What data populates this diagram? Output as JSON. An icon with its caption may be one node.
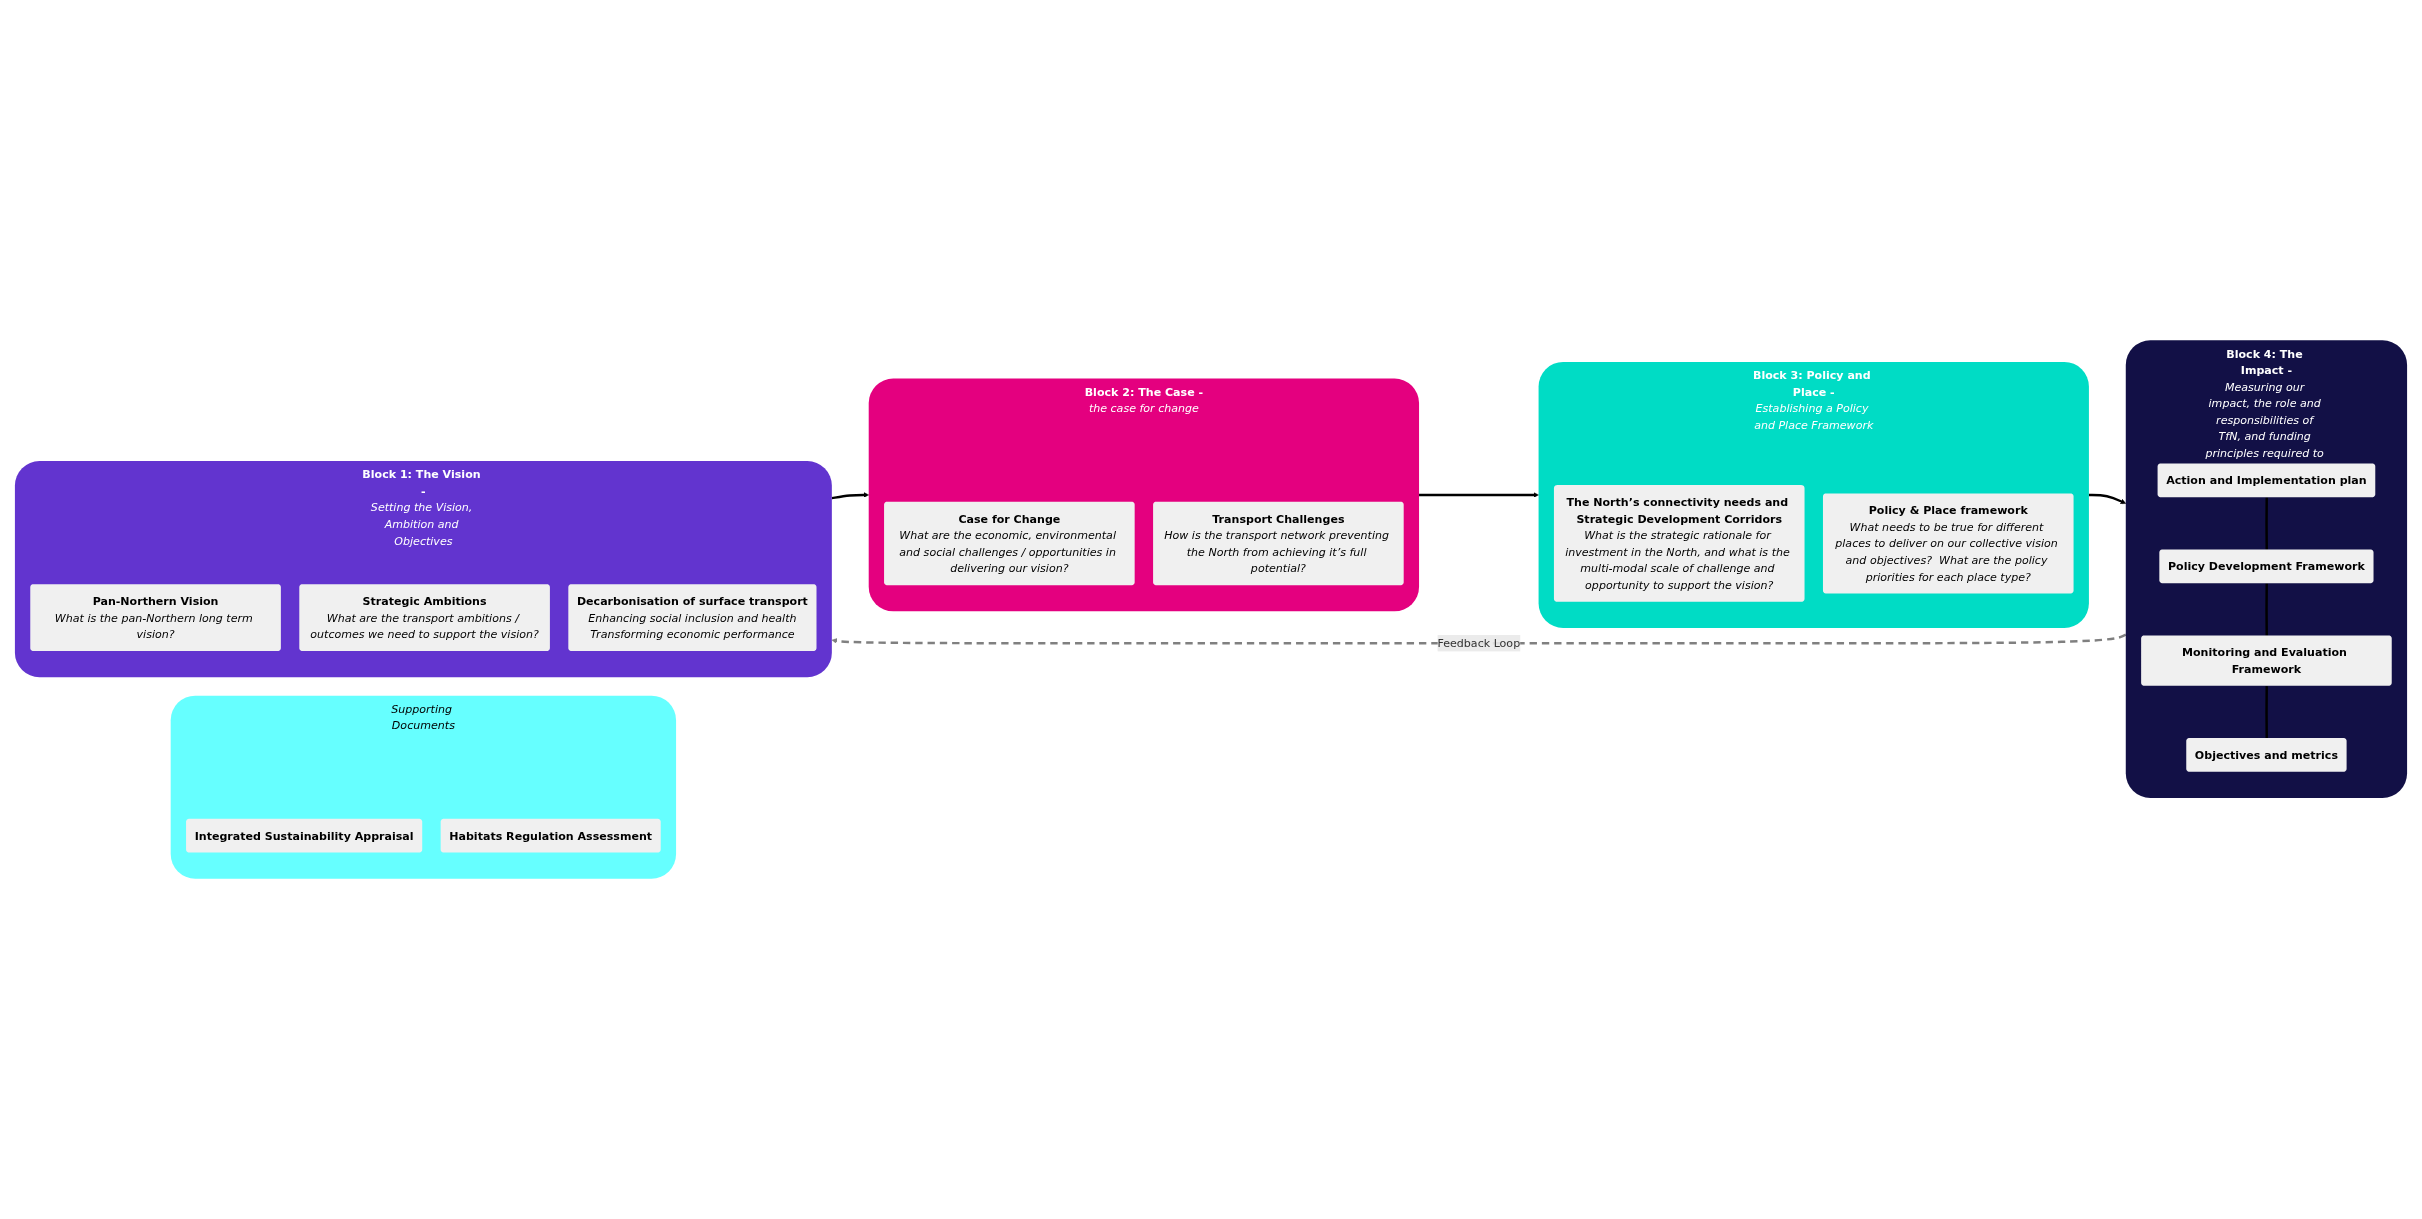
{
  "diagram": {
    "nodes": [
      {
        "text": [
          "Block 1: The Vision -",
          "Setting the Vision, Ambition and Objectives"
        ]
      },
      {
        "text": [
          "Pan-Northern Vision",
          "What is the pan-Northern long term vision?"
        ],
        "in": 0
      },
      {
        "text": [
          "Strategic Ambitions",
          "What are the transport ambitions / outcomes we need to support the vision?"
        ],
        "in": 0
      },
      {
        "text": [
          "Decarbonisation of surface transport",
          "Enhancing social inclusion and health",
          "Transforming economic performance"
        ],
        "in": 0
      },
      {
        "text": [
          "Block 2: The Case -",
          "the case for change"
        ]
      },
      {
        "text": [
          "Case for Change",
          "What are the economic, environmental and social challenges / opportunities in delivering our vision?"
        ],
        "in": 4
      },
      {
        "text": [
          "Transport Challenges",
          "How is the transport network preventing the North from achieving it’s full potential?"
        ],
        "in": 4
      },
      {
        "text": [
          "Block 3: Policy and Place -",
          "Establishing a Policy and Place Framework"
        ]
      },
      {
        "text": [
          "The North’s connectivity needs and Strategic Development Corridors",
          "What is the strategic rationale for investment in the North, and what is the multi-modal scale of challenge and opportunity to support the vision?"
        ],
        "in": 7
      },
      {
        "text": [
          "Policy & Place framework",
          "What needs to be true for different places to deliver on our collective vision and objectives?  What are the policy priorities for each place type?"
        ],
        "in": 7
      },
      {
        "text": [
          "Block 4: The Impact -",
          "Measuring our impact, the role and responsibilities of TfN, and funding principles required to deliver our vision"
        ]
      },
      {
        "text": [
          "Action and Implementation plan"
        ],
        "in": 10
      },
      {
        "text": [
          "Policy Development Framework"
        ],
        "in": 10
      },
      {
        "text": [
          "Monitoring and Evaluation Framework"
        ],
        "in": 10
      },
      {
        "text": [
          "Objectives and metrics"
        ],
        "in": 10
      },
      {
        "text": [
          "Supporting Documents"
        ]
      },
      {
        "text": [
          "Integrated Sustainability Appraisal"
        ],
        "in": 15
      },
      {
        "text": [
          "Habitats Regulation Assessment"
        ],
        "in": 15
      }
    ],
    "edges": [
      {
        "from": 0,
        "to": 4,
        "arrow": "to"
      },
      {
        "from": 4,
        "to": 7,
        "arrow": "to"
      },
      {
        "from": 7,
        "to": 10,
        "arrow": "to"
      },
      {
        "from": 10,
        "to": 0,
        "arrow": "to",
        "label": "Feedback Loop",
        "style": "dashed",
        "color": "#808080"
      },
      {
        "from": 11,
        "to": 12,
        "arrow": "none"
      },
      {
        "from": 12,
        "to": 13,
        "arrow": "none"
      },
      {
        "from": 13,
        "to": 14,
        "arrow": "none"
      }
    ]
  }
}
